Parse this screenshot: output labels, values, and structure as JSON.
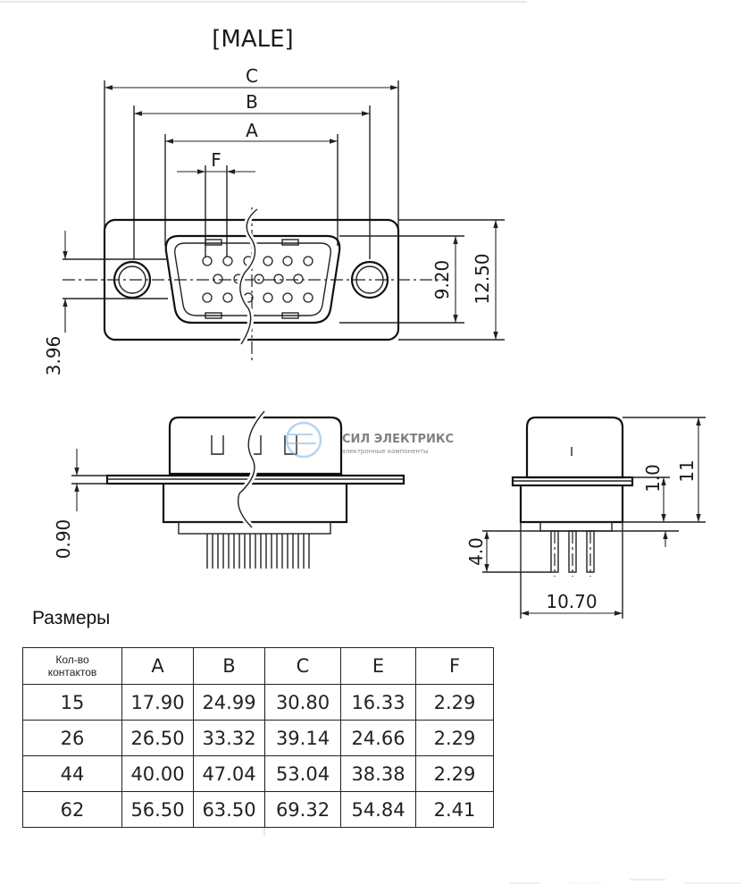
{
  "title": "[MALE]",
  "dimension_labels": {
    "c": "C",
    "b": "B",
    "a": "A",
    "f": "F",
    "height_920": "9.20",
    "height_1250": "12.50",
    "offset_396": "3.96",
    "flange_090": "0.90",
    "side_10": "1.0",
    "side_11": "11",
    "pin_40": "4.0",
    "width_1070": "10.70"
  },
  "watermark": {
    "brand": "СИЛ ЭЛЕКТРИКС",
    "tagline": "электронные компоненты"
  },
  "table": {
    "heading": "Размеры",
    "qty_header_line1": "Кол-во",
    "qty_header_line2": "контактов",
    "columns": [
      "A",
      "B",
      "C",
      "E",
      "F"
    ],
    "rows": [
      {
        "count": "15",
        "values": [
          "17.90",
          "24.99",
          "30.80",
          "16.33",
          "2.29"
        ]
      },
      {
        "count": "26",
        "values": [
          "26.50",
          "33.32",
          "39.14",
          "24.66",
          "2.29"
        ]
      },
      {
        "count": "44",
        "values": [
          "40.00",
          "47.04",
          "53.04",
          "38.38",
          "2.29"
        ]
      },
      {
        "count": "62",
        "values": [
          "56.50",
          "63.50",
          "69.32",
          "54.84",
          "2.41"
        ]
      }
    ]
  }
}
